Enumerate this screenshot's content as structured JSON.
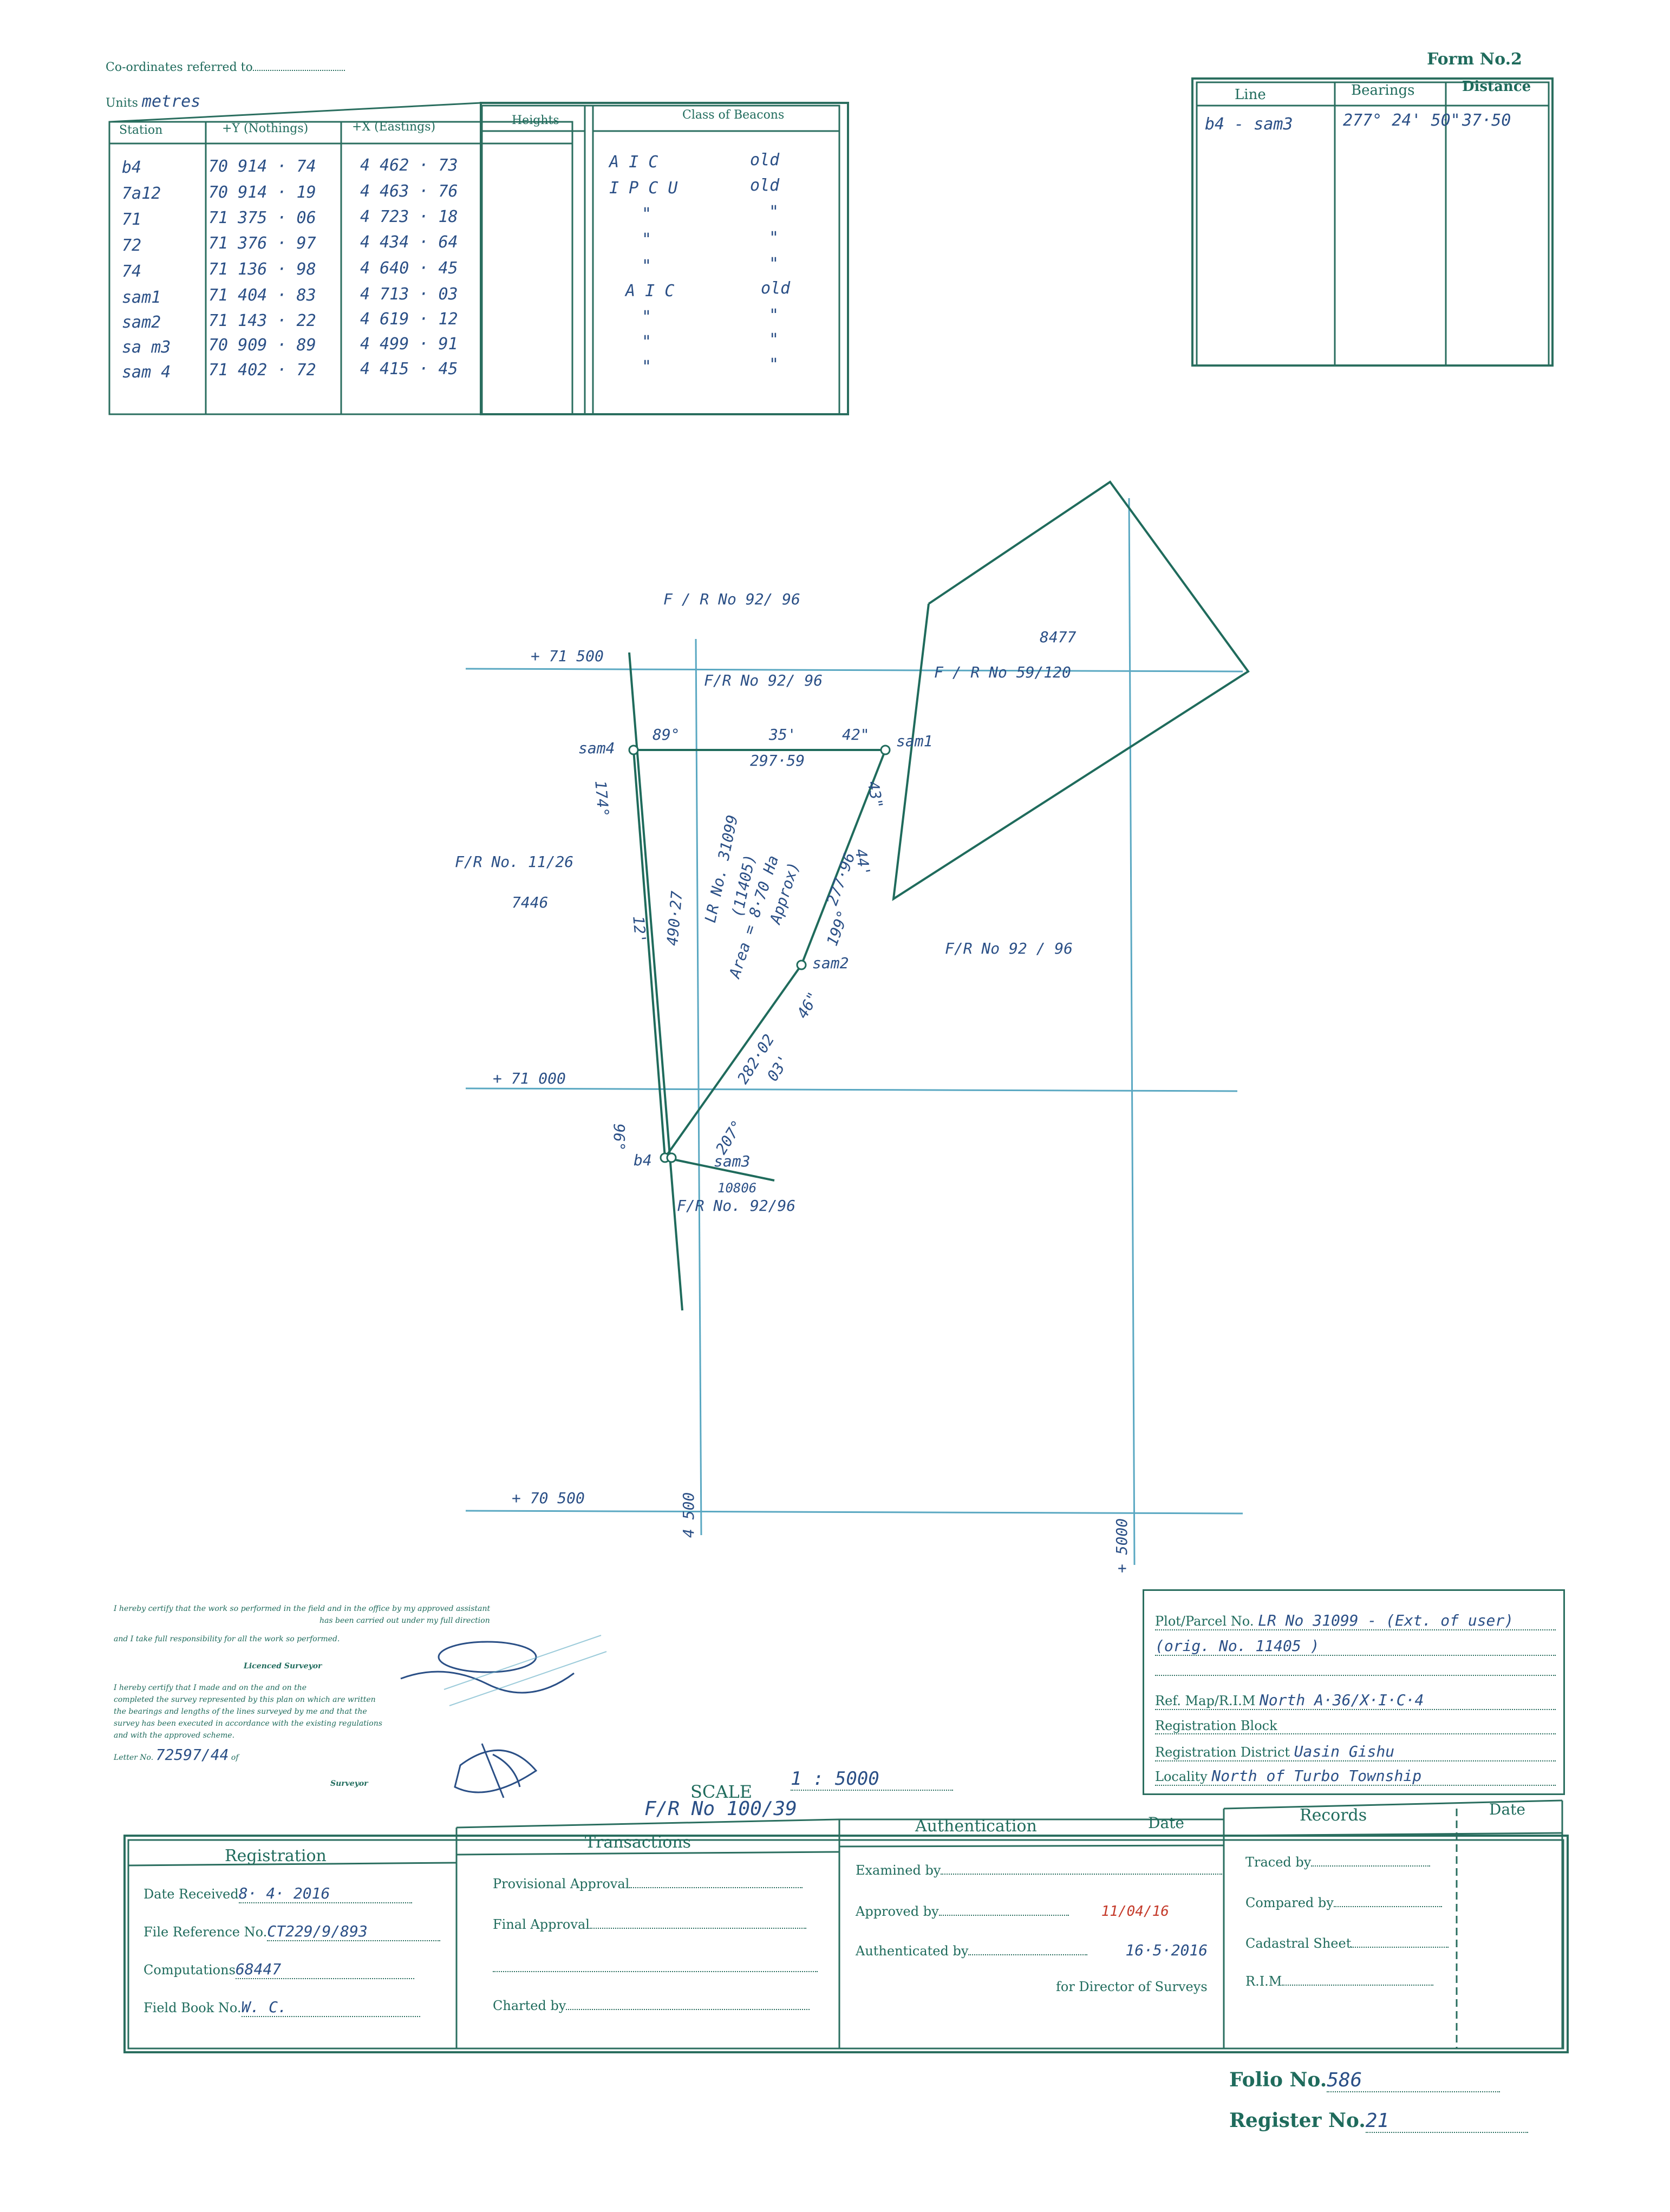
{
  "header": {
    "coords_label": "Co-ordinates referred to",
    "units_label": "Units",
    "units_value": "metres",
    "form_no": "Form No.2"
  },
  "coords_table": {
    "headers": {
      "station": "Station",
      "y": "+Y (Nothings)",
      "x": "+X (Eastings)",
      "heights": "Heights",
      "class": "Class of Beacons"
    },
    "rows": [
      {
        "station": "b4",
        "y": "70 914 · 74",
        "x": "4 462 · 73",
        "class_a": "A I C",
        "class_b": "old"
      },
      {
        "station": "7a12",
        "y": "70 914 · 19",
        "x": "4 463 · 76",
        "class_a": "I P C U",
        "class_b": "old"
      },
      {
        "station": "71",
        "y": "71 375 · 06",
        "x": "4 723 · 18",
        "class_a": "\"",
        "class_b": "\""
      },
      {
        "station": "72",
        "y": "71 376 · 97",
        "x": "4 434 · 64",
        "class_a": "\"",
        "class_b": "\""
      },
      {
        "station": "74",
        "y": "71 136 · 98",
        "x": "4 640 · 45",
        "class_a": "\"",
        "class_b": "\""
      },
      {
        "station": "sam1",
        "y": "71 404 · 83",
        "x": "4 713 · 03",
        "class_a": "A I C",
        "class_b": "old"
      },
      {
        "station": "sam2",
        "y": "71 143 · 22",
        "x": "4 619 · 12",
        "class_a": "\"",
        "class_b": "\""
      },
      {
        "station": "sa m3",
        "y": "70 909 · 89",
        "x": "4 499 · 91",
        "class_a": "\"",
        "class_b": "\""
      },
      {
        "station": "sam 4",
        "y": "71 402 · 72",
        "x": "4 415 · 45",
        "class_a": "\"",
        "class_b": "\""
      }
    ]
  },
  "bearing_table": {
    "headers": {
      "line": "Line",
      "bearing": "Bearings",
      "distance": "Distance"
    },
    "rows": [
      {
        "line": "b4 - sam3",
        "bearing": "277° 24' 50\"",
        "distance": "37·50"
      }
    ]
  },
  "plan": {
    "fr_top": "F / R No 92/ 96",
    "fr_top2": "F/R No 92/ 96",
    "fr_east": "F / R No 59/120",
    "parcel_8477": "8477",
    "grid_71500": "+ 71 500",
    "grid_71000": "+ 71 000",
    "grid_70500": "+ 70 500",
    "grid_4500": "4 500",
    "grid_5000": "+ 5000",
    "sam4": "sam4",
    "sam1": "sam1",
    "sam2": "sam2",
    "sam3": "sam3",
    "b4": "b4",
    "bearing_top_a": "89°",
    "bearing_top_b": "35'",
    "bearing_top_c": "42\"",
    "dist_top": "297·59",
    "fr_west": "F/R No. 11/26",
    "parcel_7446": "7446",
    "west_a": "174°",
    "west_b": "12'",
    "west_c": "490·27",
    "lr_label": "LR No. 31099",
    "orig_label": "(11405)",
    "area_label": "Area = 8·70 Ha",
    "approx_label": "Approx)",
    "east_a": "43\"",
    "east_b": "44'",
    "east_c": "277·96",
    "east_d": "199°",
    "fr_center": "F/R No 92 / 96",
    "sw_a": "46\"",
    "sw_b": "282·02",
    "sw_c": "03'",
    "sw_d": "207°",
    "short_b4": "96°",
    "parcel_10806": "10806",
    "fr_south": "F/R No. 92/96"
  },
  "certification": {
    "text1": "I hereby certify that the work so performed in the field and in the office by my approved assistant",
    "text2": "has been carried out under my full direction",
    "text3": "and I take full responsibility for all the work so performed.",
    "licensed": "Licenced Surveyor",
    "text4": "I hereby certify that I made and on the and on the",
    "text5": "completed the survey represented by this plan on which are written",
    "text6": "the bearings and lengths of the lines surveyed by me and that the",
    "text7": "survey has been executed in accordance with the existing regulations",
    "text8": "and with the approved scheme.",
    "letter_label": "Letter No.",
    "letter_value": "72597/44",
    "of_label": "of",
    "surveyor": "Surveyor"
  },
  "scale": {
    "label": "SCALE",
    "value": "1 : 5000",
    "fr": "F/R No 100/39"
  },
  "parcel_box": {
    "plot_label": "Plot/Parcel No.",
    "plot_value": "LR No 31099 - (Ext. of user)",
    "plot_value2": "(orig. No. 11405 )",
    "ref_label": "Ref. Map/R.I.M",
    "ref_value": "North A·36/X·I·C·4",
    "block_label": "Registration Block",
    "district_label": "Registration District",
    "district_value": "Uasin Gishu",
    "locality_label": "Locality",
    "locality_value": "North of Turbo Township"
  },
  "bottom": {
    "registration": "Registration",
    "date_received": "Date Received",
    "date_received_v": "8· 4· 2016",
    "file_ref": "File Reference No.",
    "file_ref_v": "CT229/9/893",
    "computations": "Computations",
    "computations_v": "68447",
    "field_book": "Field Book No.",
    "field_book_v": "W. C.",
    "transactions": "Transactions",
    "prov_approval": "Provisional Approval",
    "final_approval": "Final Approval",
    "charted_by": "Charted by",
    "authentication": "Authentication",
    "date": "Date",
    "examined_by": "Examined by",
    "approved_by": "Approved by",
    "approved_date": "11/04/16",
    "authenticated_by": "Authenticated by",
    "auth_date": "16·5·2016",
    "director": "for Director of Surveys",
    "records": "Records",
    "records_date": "Date",
    "traced_by": "Traced by",
    "compared_by": "Compared by",
    "cadastral": "Cadastral Sheet",
    "rim": "R.I.M"
  },
  "folio": {
    "folio_label": "Folio No.",
    "folio_value": "586",
    "register_label": "Register No.",
    "register_value": "21"
  }
}
